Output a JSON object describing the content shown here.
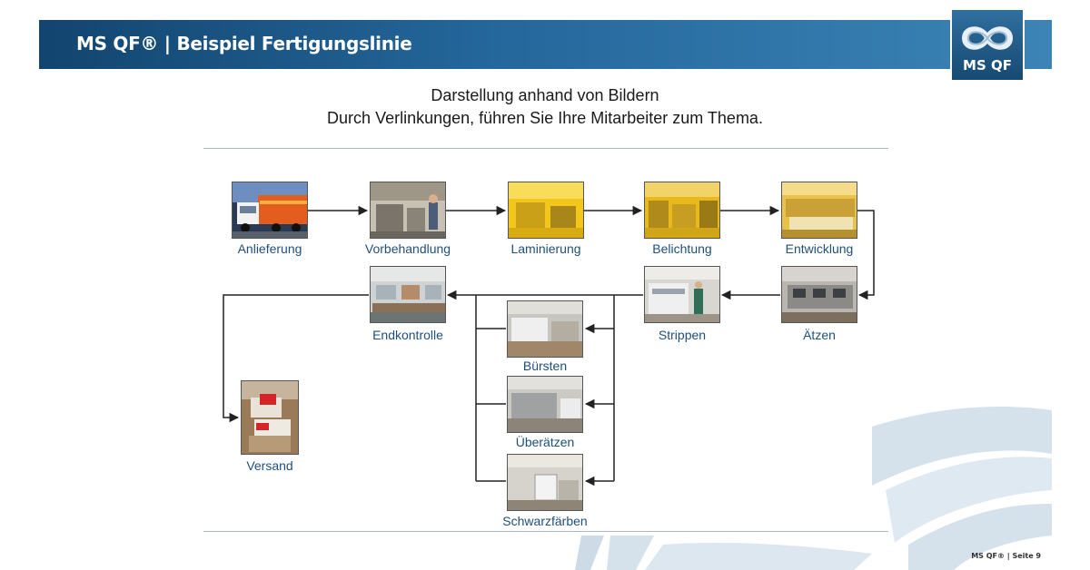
{
  "header": {
    "title": "MS QF® | Beispiel Fertigungslinie",
    "logo_text": "MS QF"
  },
  "subtitle": {
    "line1": "Darstellung anhand von Bildern",
    "line2": "Durch Verlinkungen, führen Sie Ihre Mitarbeiter zum Thema."
  },
  "steps": {
    "anlieferung": "Anlieferung",
    "vorbehandlung": "Vorbehandlung",
    "laminierung": "Laminierung",
    "belichtung": "Belichtung",
    "entwicklung": "Entwicklung",
    "aetzen": "Ätzen",
    "strippen": "Strippen",
    "endkontrolle": "Endkontrolle",
    "buersten": "Bürsten",
    "ueberaetzen": "Überätzen",
    "schwarzfaerben": "Schwarzfärben",
    "versand": "Versand"
  },
  "footer": {
    "text": "MS QF® | Seite 9"
  }
}
